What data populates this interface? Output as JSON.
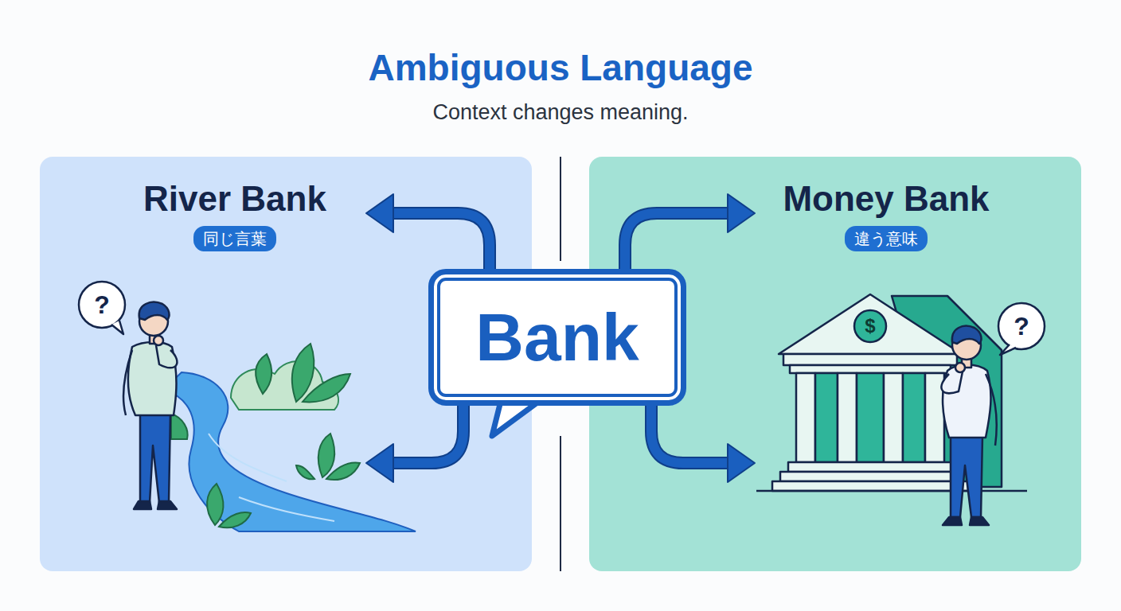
{
  "diagram": {
    "title": "Ambiguous Language",
    "caption": "Context changes meaning.",
    "nodes": [
      {
        "text": [
          "River Bank",
          "同じ言葉"
        ]
      },
      {
        "text": [
          "Bank"
        ]
      },
      {
        "text": [
          "Money Bank",
          "違う意味"
        ]
      }
    ],
    "edges": [
      {
        "from": 1,
        "to": 0,
        "arrow": "to"
      },
      {
        "from": 1,
        "to": 0,
        "arrow": "to"
      },
      {
        "from": 1,
        "to": 2,
        "arrow": "to"
      },
      {
        "from": 1,
        "to": 2,
        "arrow": "to"
      }
    ],
    "labels": [
      "?",
      "$",
      "?"
    ]
  }
}
